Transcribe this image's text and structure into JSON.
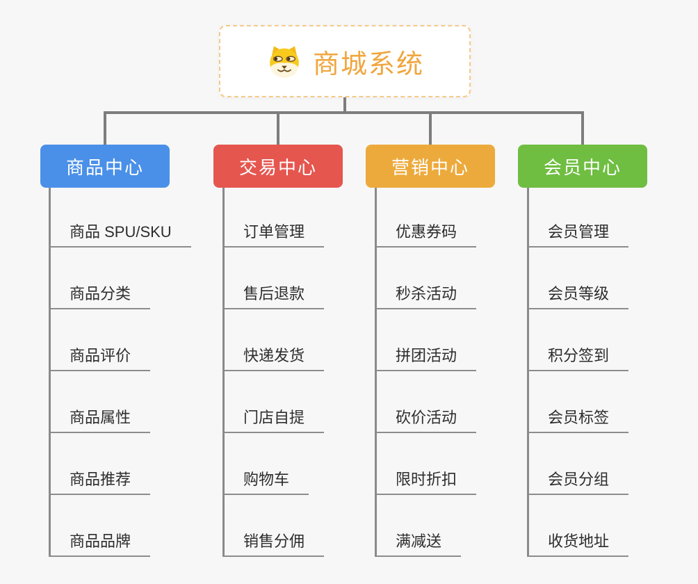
{
  "canvas": {
    "background": "#f7f7f7",
    "connector_color": "#7d7d7d"
  },
  "root": {
    "title": "商城系统",
    "title_color": "#f0a63e",
    "border_color": "#f6c98a",
    "icon": "dog-icon"
  },
  "branches": [
    {
      "label": "商品中心",
      "color": "#4a90e8",
      "children": [
        "商品 SPU/SKU",
        "商品分类",
        "商品评价",
        "商品属性",
        "商品推荐",
        "商品品牌"
      ]
    },
    {
      "label": "交易中心",
      "color": "#e5564f",
      "children": [
        "订单管理",
        "售后退款",
        "快递发货",
        "门店自提",
        "购物车",
        "销售分佣"
      ]
    },
    {
      "label": "营销中心",
      "color": "#edaa3c",
      "children": [
        "优惠券码",
        "秒杀活动",
        "拼团活动",
        "砍价活动",
        "限时折扣",
        "满减送"
      ]
    },
    {
      "label": "会员中心",
      "color": "#6fbe41",
      "children": [
        "会员管理",
        "会员等级",
        "积分签到",
        "会员标签",
        "会员分组",
        "收货地址"
      ]
    }
  ]
}
